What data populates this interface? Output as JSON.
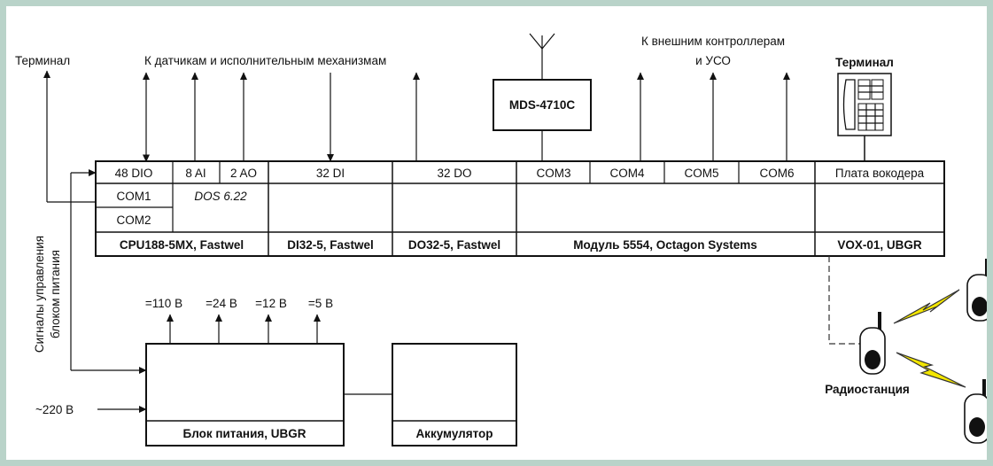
{
  "labels": {
    "terminal_left": "Терминал",
    "sensors": "К датчикам и исполнительным механизмам",
    "external_line1": "К внешним контроллерам",
    "external_line2": "и УСО",
    "terminal_right": "Терминал",
    "radio_modem": "MDS-4710C",
    "control_signals_line1": "Сигналы управления",
    "control_signals_line2": "блоком питания",
    "ac_input": "~220 В",
    "radio_station": "Радиостанция"
  },
  "rack": {
    "cpu": {
      "dio": "48 DIO",
      "ai": "8 AI",
      "ao": "2 AO",
      "com1": "COM1",
      "dos": "DOS 6.22",
      "com2": "COM2",
      "name": "CPU188-5MX, Fastwel"
    },
    "di": {
      "top": "32 DI",
      "name": "DI32-5, Fastwel"
    },
    "do": {
      "top": "32 DO",
      "name": "DO32-5, Fastwel"
    },
    "octagon": {
      "com3": "COM3",
      "com4": "COM4",
      "com5": "COM5",
      "com6": "COM6",
      "name": "Модуль 5554, Octagon Systems"
    },
    "vox": {
      "top": "Плата вокодера",
      "name": "VOX-01, UBGR"
    }
  },
  "power": {
    "outputs": [
      "=110 В",
      "=24 В",
      "=12 В",
      "=5 В"
    ],
    "psu_name": "Блок питания, UBGR",
    "battery_name": "Аккумулятор"
  },
  "colors": {
    "frame": "#b9d3c9",
    "lightning": "#f3e600"
  }
}
